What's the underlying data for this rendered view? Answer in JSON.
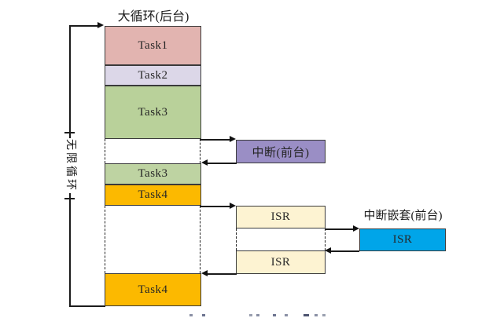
{
  "diagram": {
    "title": "大循环(后台)",
    "loop_label": "无限循环",
    "nested_label": "中断嵌套(前台)",
    "boxes": {
      "task1": {
        "label": "Task1",
        "color": "#e2b4b0"
      },
      "task2": {
        "label": "Task2",
        "color": "#dcd7e8"
      },
      "task3a": {
        "label": "Task3",
        "color": "#b9d19a"
      },
      "task3b": {
        "label": "Task3",
        "color": "#bed3a2"
      },
      "task4a": {
        "label": "Task4",
        "color": "#fcb900"
      },
      "task4b": {
        "label": "Task4",
        "color": "#fcb900"
      },
      "interrupt": {
        "label": "中断(前台)",
        "color": "#9a8ec5"
      },
      "isr1": {
        "label": "ISR",
        "color": "#fdf3d2"
      },
      "isr2": {
        "label": "ISR",
        "color": "#fdf3d2"
      },
      "isr_nested": {
        "label": "ISR",
        "color": "#00a5e9"
      }
    },
    "line_color": "#1b1b1b",
    "border_color": "#3a3a3a"
  }
}
